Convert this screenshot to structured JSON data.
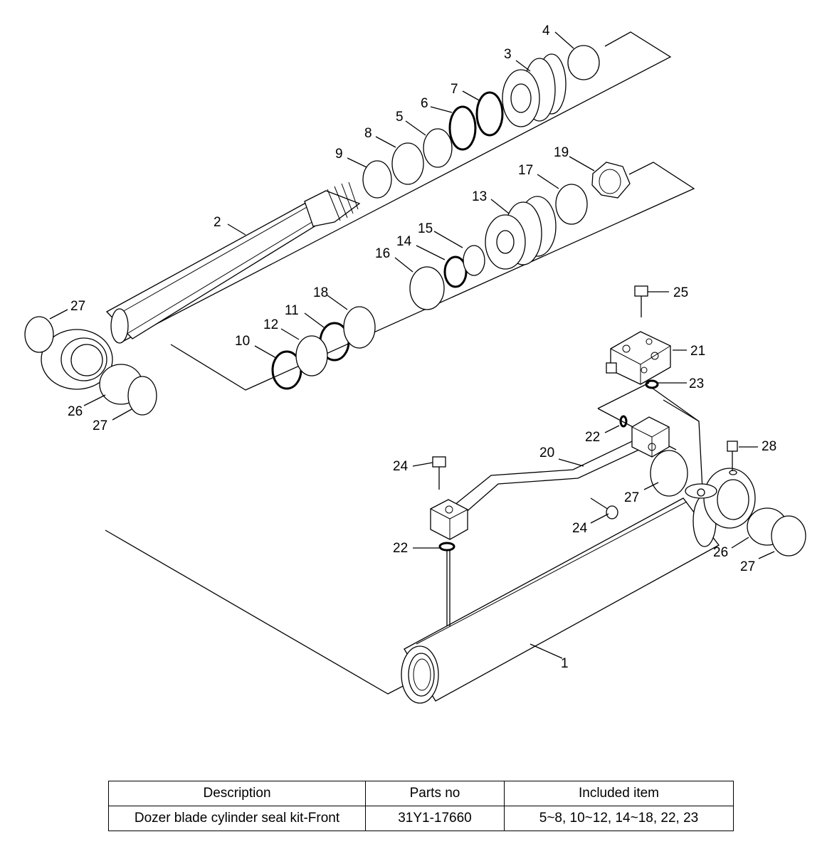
{
  "callouts": {
    "c1": "1",
    "c2": "2",
    "c3": "3",
    "c4": "4",
    "c5": "5",
    "c6": "6",
    "c7": "7",
    "c8": "8",
    "c9": "9",
    "c10": "10",
    "c11": "11",
    "c12": "12",
    "c13": "13",
    "c14": "14",
    "c15": "15",
    "c16": "16",
    "c17": "17",
    "c18": "18",
    "c19": "19",
    "c20": "20",
    "c21": "21",
    "c22a": "22",
    "c22b": "22",
    "c23": "23",
    "c24a": "24",
    "c24b": "24",
    "c25": "25",
    "c26a": "26",
    "c26b": "26",
    "c27a": "27",
    "c27b": "27",
    "c27c": "27",
    "c27d": "27",
    "c28": "28"
  },
  "table": {
    "headers": [
      "Description",
      "Parts no",
      "Included item"
    ],
    "row": [
      "Dozer blade cylinder seal kit-Front",
      "31Y1-17660",
      "5~8, 10~12, 14~18, 22, 23"
    ]
  }
}
